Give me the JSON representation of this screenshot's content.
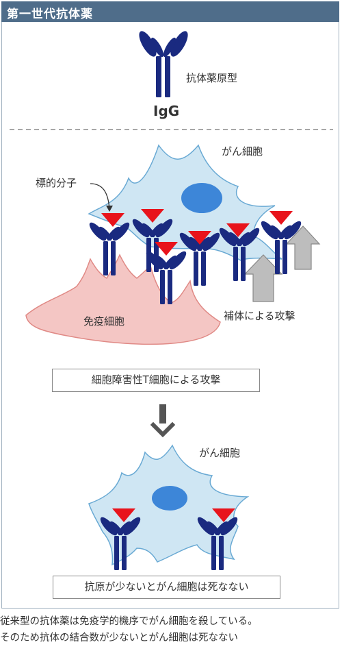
{
  "header": {
    "title": "第一世代抗体薬"
  },
  "igg": {
    "description": "抗体薬原型",
    "label": "IgG"
  },
  "top_cell": {
    "label": "がん細胞",
    "target_label": "標的分子",
    "immune_label": "免疫細胞",
    "complement_label": "補体による攻撃"
  },
  "ctl_caption": "細胞障害性T細胞による攻撃",
  "bottom_cell": {
    "label": "がん細胞"
  },
  "result_caption": "抗原が少ないとがん細胞は死なない",
  "footer": {
    "line1": "従来型の抗体薬は免疫学的機序でがん細胞を殺している。",
    "line2": "そのため抗体の結合数が少ないとがん細胞は死なない"
  },
  "colors": {
    "header_bg": "#4f6d8a",
    "antibody": "#1a2a80",
    "antigen": "#e8141c",
    "cancer_fill": "#cfe6f3",
    "nucleus": "#3d86d8",
    "immune_fill": "#f4c6c4",
    "arrow_gray": "#bdbdbd"
  }
}
